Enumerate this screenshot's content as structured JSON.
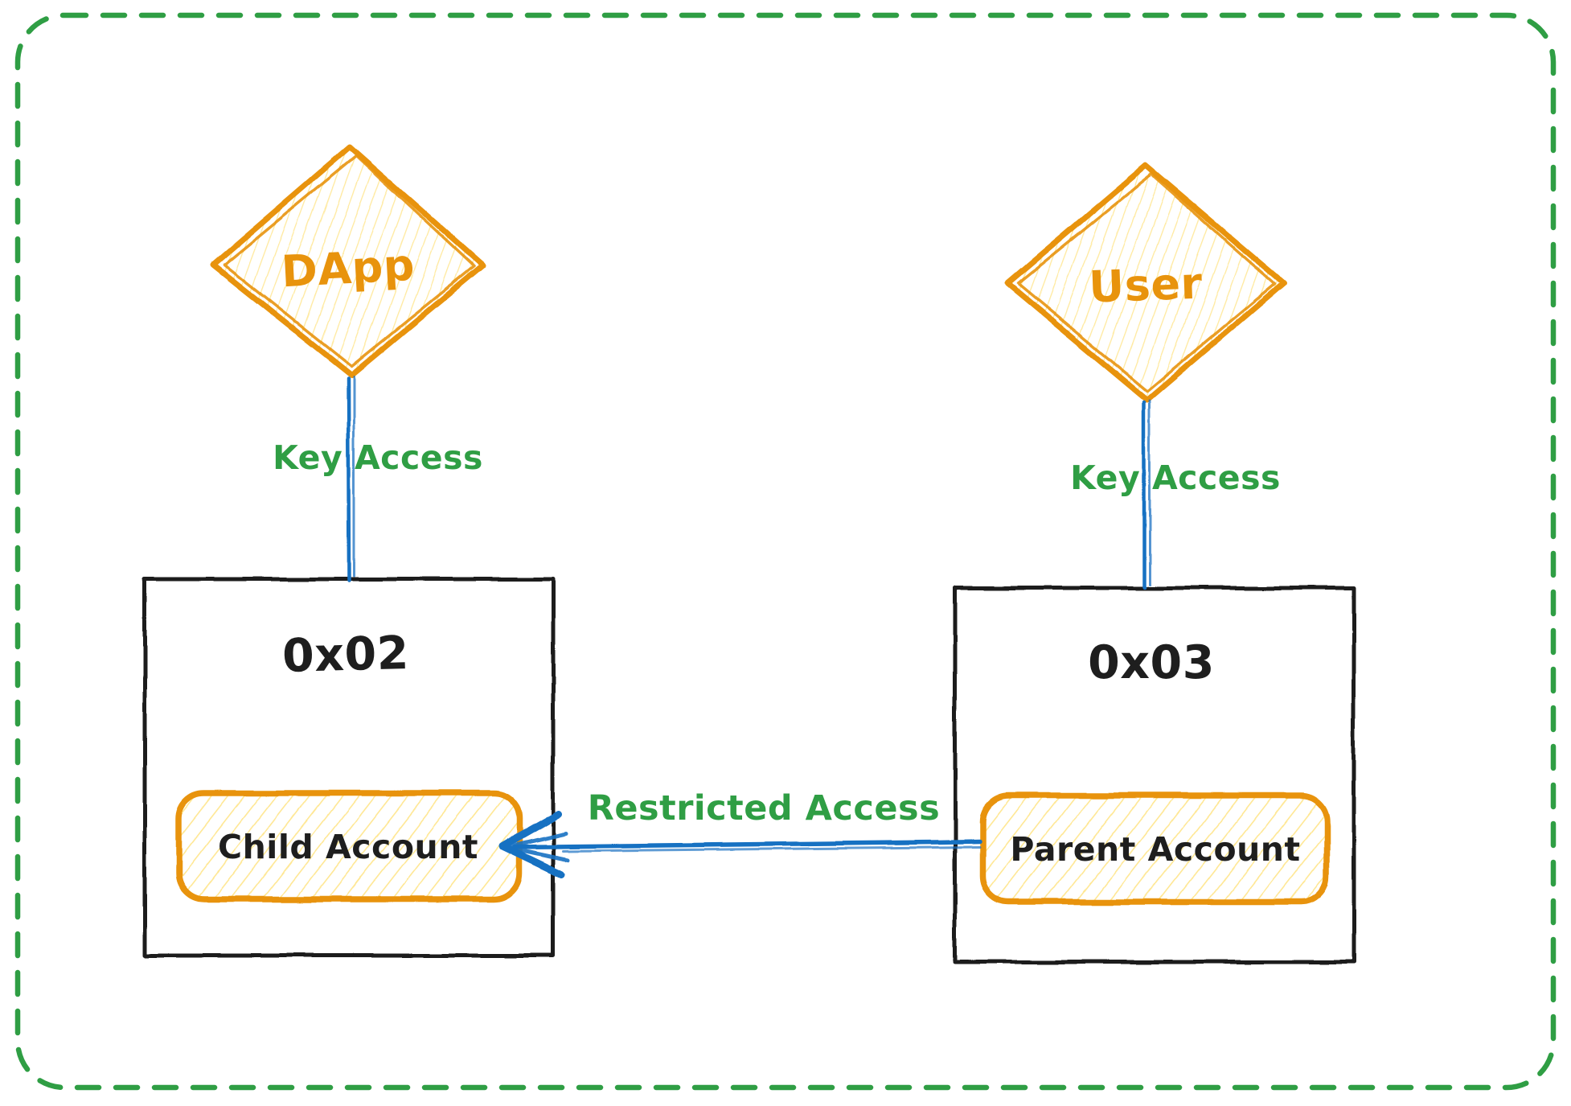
{
  "colors": {
    "background": "#ffffff",
    "frame_green": "#2f9e44",
    "label_green": "#2f9e44",
    "orange": "#e8930c",
    "hatch_yellow": "#ffd43b",
    "blue": "#1971c2",
    "ink_black": "#1e1e1e"
  },
  "nodes": {
    "dapp": {
      "label": "DApp"
    },
    "user": {
      "label": "User"
    },
    "account_0x02": {
      "label": "0x02"
    },
    "account_0x03": {
      "label": "0x03"
    },
    "child_account": {
      "label": "Child Account"
    },
    "parent_account": {
      "label": "Parent Account"
    }
  },
  "edges": {
    "dapp_key_access": {
      "label": "Key Access"
    },
    "user_key_access": {
      "label": "Key Access"
    },
    "restricted_access": {
      "label": "Restricted Access"
    }
  }
}
